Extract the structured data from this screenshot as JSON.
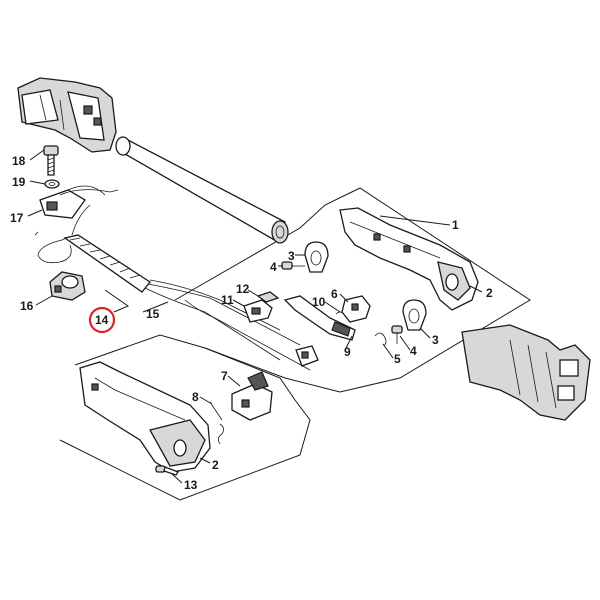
{
  "accent_color": "#d8232a",
  "highlighted_part": "14",
  "callouts": [
    {
      "id": "c18",
      "label": "18"
    },
    {
      "id": "c19",
      "label": "19"
    },
    {
      "id": "c17",
      "label": "17"
    },
    {
      "id": "c16",
      "label": "16"
    },
    {
      "id": "c14",
      "label": "14"
    },
    {
      "id": "c15",
      "label": "15"
    },
    {
      "id": "c1",
      "label": "1"
    },
    {
      "id": "c2a",
      "label": "2"
    },
    {
      "id": "c3a",
      "label": "3"
    },
    {
      "id": "c4a",
      "label": "4"
    },
    {
      "id": "c12",
      "label": "12"
    },
    {
      "id": "c11",
      "label": "11"
    },
    {
      "id": "c10",
      "label": "10"
    },
    {
      "id": "c6",
      "label": "6"
    },
    {
      "id": "c9",
      "label": "9"
    },
    {
      "id": "c3b",
      "label": "3"
    },
    {
      "id": "c4b",
      "label": "4"
    },
    {
      "id": "c5",
      "label": "5"
    },
    {
      "id": "c7",
      "label": "7"
    },
    {
      "id": "c8",
      "label": "8"
    },
    {
      "id": "c2b",
      "label": "2"
    },
    {
      "id": "c13",
      "label": "13"
    }
  ]
}
